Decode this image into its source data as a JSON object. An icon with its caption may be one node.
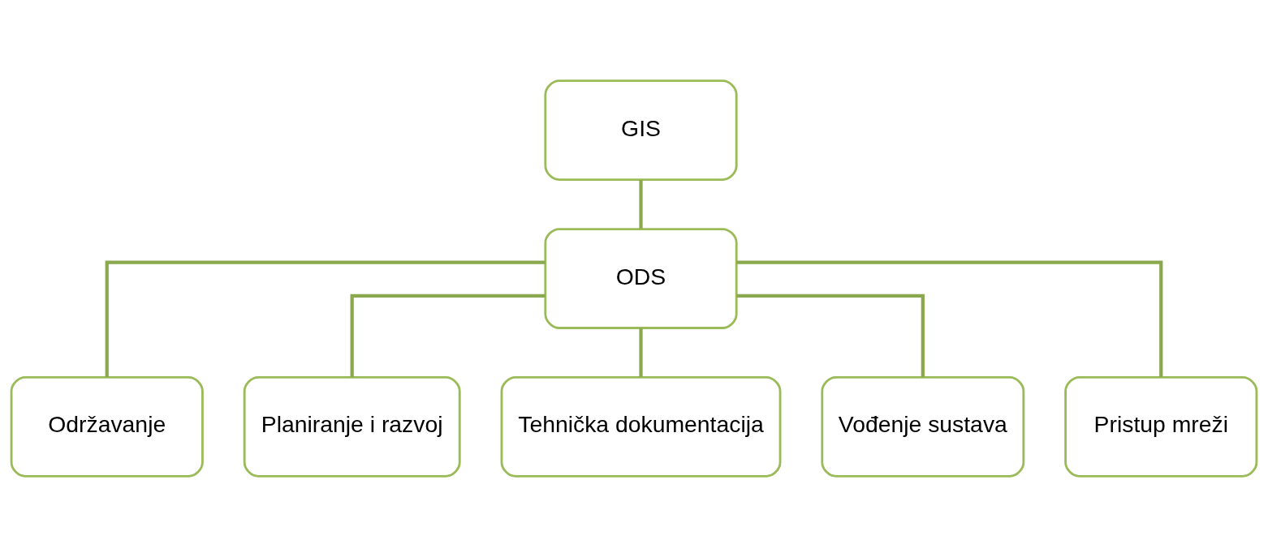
{
  "diagram": {
    "nodes": [
      {
        "text": [
          "GIS"
        ]
      },
      {
        "text": [
          "ODS"
        ]
      },
      {
        "text": [
          "Održavanje"
        ]
      },
      {
        "text": [
          "Planiranje i razvoj"
        ]
      },
      {
        "text": [
          "Tehnička dokumentacija"
        ]
      },
      {
        "text": [
          "Vođenje sustava"
        ]
      },
      {
        "text": [
          "Pristup mreži"
        ]
      }
    ],
    "edges": [
      {
        "from": 0,
        "to": 1,
        "arrow": "none"
      },
      {
        "from": 1,
        "to": 2,
        "arrow": "none"
      },
      {
        "from": 1,
        "to": 3,
        "arrow": "none"
      },
      {
        "from": 1,
        "to": 4,
        "arrow": "none"
      },
      {
        "from": 1,
        "to": 5,
        "arrow": "none"
      },
      {
        "from": 1,
        "to": 6,
        "arrow": "none"
      }
    ]
  }
}
